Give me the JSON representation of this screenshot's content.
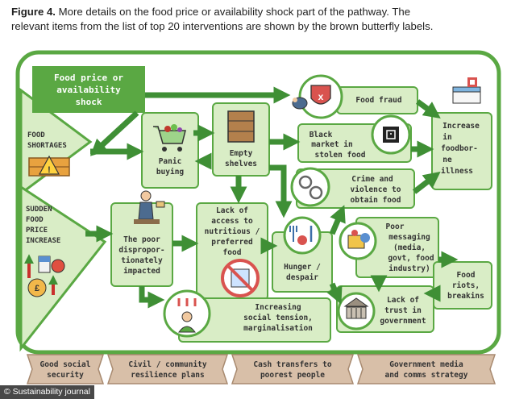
{
  "caption": {
    "label": "Figure 4.",
    "text_line1": "More details on the food price or availability shock part of the pathway. The",
    "text_line2": "relevant items from the list of top 20 interventions are shown by the brown butterfly labels."
  },
  "colors": {
    "frame_green": "#5aa843",
    "light_green": "#d9edc6",
    "dark_green": "#3f8f35",
    "dark_text": "#333333",
    "butterfly_brown": "#d8bfa8",
    "warning_orange": "#f09a3e",
    "red_circle": "#c9302c"
  },
  "nodes": {
    "food_shock_l1": "Food price or",
    "food_shock_l2": "availability",
    "food_shock_l3": "shock",
    "food_shortages_l1": "FOOD",
    "food_shortages_l2": "SHORTAGES",
    "price_increase_l1": "SUDDEN",
    "price_increase_l2": "FOOD",
    "price_increase_l3": "PRICE",
    "price_increase_l4": "INCREASE",
    "panic_l1": "Panic",
    "panic_l2": "buying",
    "empty_l1": "Empty",
    "empty_l2": "shelves",
    "fraud": "Food fraud",
    "black_l1": "Black",
    "black_l2": "market in",
    "black_l3": "stolen food",
    "crime_l1": "Crime and",
    "crime_l2": "violence to",
    "crime_l3": "obtain food",
    "illness_l1": "Increase",
    "illness_l2": "in",
    "illness_l3": "foodbor-",
    "illness_l4": "ne",
    "illness_l5": "illness",
    "poor_l1": "The poor",
    "poor_l2": "dispropor-",
    "poor_l3": "tionately",
    "poor_l4": "impacted",
    "lack_l1": "Lack of",
    "lack_l2": "access to",
    "lack_l3": "nutritious /",
    "lack_l4": "preferred",
    "lack_l5": "food",
    "hunger_l1": "Hunger /",
    "hunger_l2": "despair",
    "msg_l1": "Poor",
    "msg_l2": "messaging",
    "msg_l3": "(media,",
    "msg_l4": "govt, food",
    "msg_l5": "industry)",
    "riots_l1": "Food",
    "riots_l2": "riots,",
    "riots_l3": "breakins",
    "trust_l1": "Lack of",
    "trust_l2": "trust in",
    "trust_l3": "government",
    "tension_l1": "Increasing",
    "tension_l2": "social tension,",
    "tension_l3": "marginalisation"
  },
  "butterflies": {
    "b1_l1": "Good social",
    "b1_l2": "security",
    "b2_l1": "Civil / community",
    "b2_l2": "resilience plans",
    "b3_l1": "Cash transfers to",
    "b3_l2": "poorest people",
    "b4_l1": "Government media",
    "b4_l2": "and comms strategy"
  },
  "credit": "© Sustainability journal"
}
